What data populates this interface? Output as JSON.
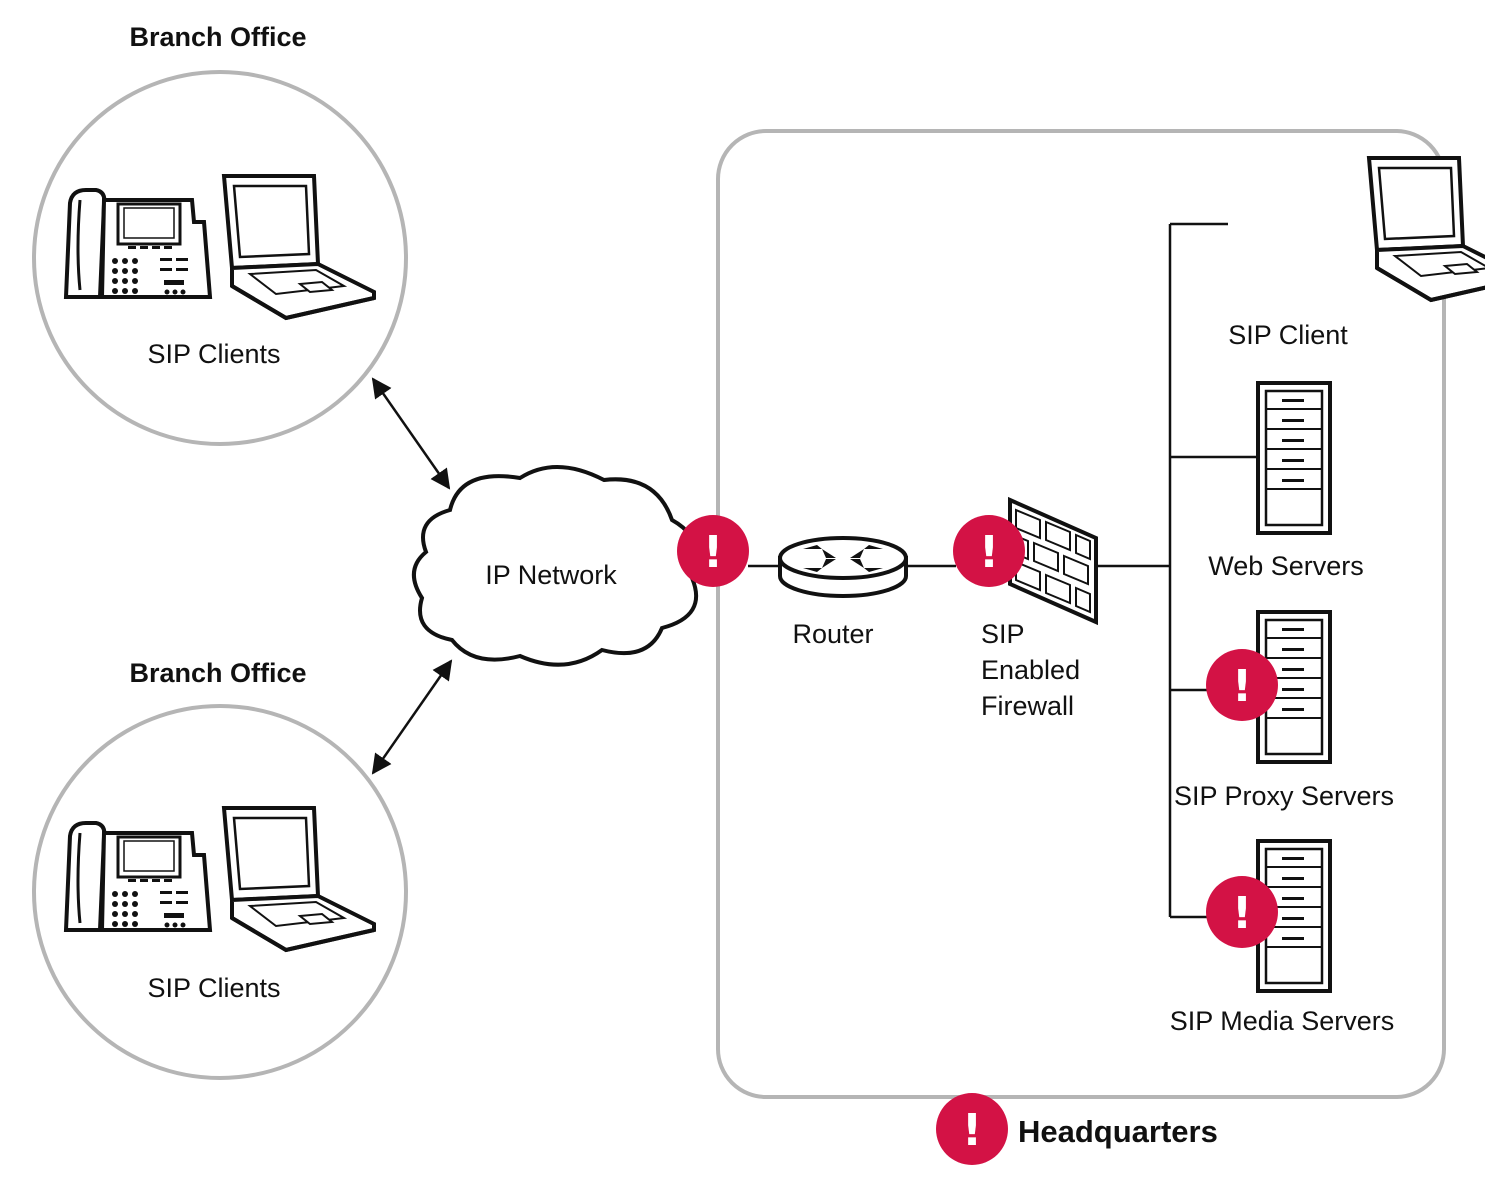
{
  "colors": {
    "alert": "#d31245",
    "outline": "#b5b5b5",
    "ink": "#111111"
  },
  "branch_top": {
    "title": "Branch Office",
    "caption": "SIP Clients"
  },
  "branch_bottom": {
    "title": "Branch Office",
    "caption": "SIP Clients"
  },
  "cloud": {
    "label": "IP Network"
  },
  "router": {
    "label": "Router"
  },
  "firewall": {
    "label_line1": "SIP",
    "label_line2": "Enabled",
    "label_line3": "Firewall"
  },
  "hq_devices": {
    "sip_client": "SIP Client",
    "web_servers": "Web Servers",
    "proxy_servers": "SIP Proxy Servers",
    "media_servers": "SIP Media Servers"
  },
  "headquarters": {
    "label": "Headquarters"
  },
  "alert_icon": {
    "glyph": "!"
  }
}
